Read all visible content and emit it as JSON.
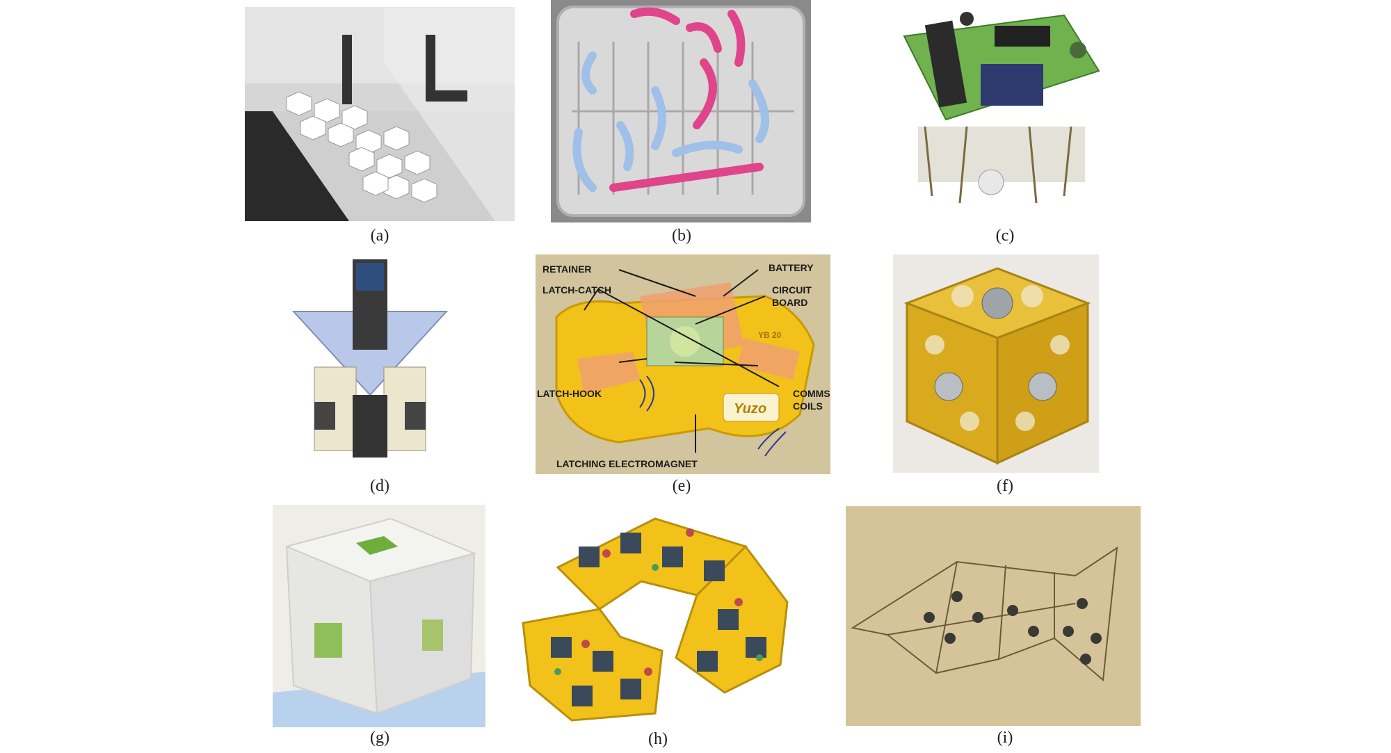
{
  "figure": {
    "captions": [
      "(a)",
      "(b)",
      "(c)",
      "(d)",
      "(e)",
      "(f)",
      "(g)",
      "(h)",
      "(i)"
    ],
    "panel_e_labels": {
      "retainer": "RETAINER",
      "battery": "BATTERY",
      "latch_catch": "LATCH-CATCH",
      "circuit": "CIRCUIT",
      "board": "BOARD",
      "latch_hook": "LATCH-HOOK",
      "comms": "COMMS",
      "coils": "COILS",
      "latching_electromagnet": "LATCHING ELECTROMAGNET",
      "yuzo": "Yuzo",
      "yb": "YB 20"
    },
    "colors": {
      "pink": "#e0448a",
      "blue": "#9fc0e8",
      "yellow": "#f2c21a",
      "pcb_green": "#5fae46",
      "orange": "#f0a070"
    }
  }
}
